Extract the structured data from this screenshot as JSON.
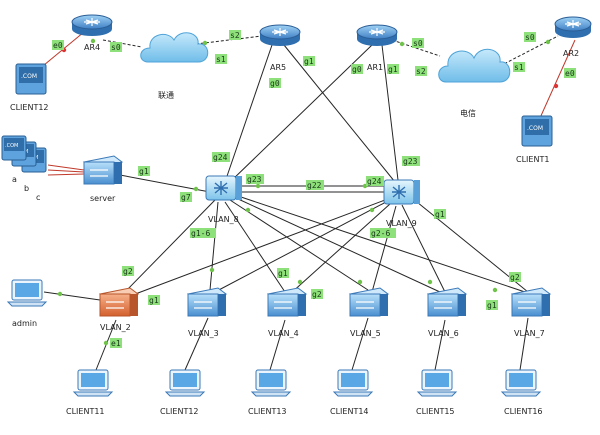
{
  "colors": {
    "link": "#262626",
    "serial_link": "#2a7a2a",
    "port_label_bg": "#8ee07a",
    "router": "#3f7fc4",
    "switch": "#3f7fc4",
    "core_switch": "#8fd0f0",
    "access_switch_selected": "#e07848",
    "cloud": "#7fc8ef",
    "pc_screen": "#2f6ea8",
    "laptop": "#5aa7e6"
  },
  "nodes": {
    "ar4": {
      "label": "AR4",
      "icon": "router-icon"
    },
    "ar5": {
      "label": "AR5",
      "icon": "router-icon"
    },
    "ar1": {
      "label": "AR1",
      "icon": "router-icon"
    },
    "ar2": {
      "label": "AR2",
      "icon": "router-icon"
    },
    "cloud_unicom": {
      "label": "联通",
      "icon": "cloud-icon"
    },
    "cloud_telecom": {
      "label": "电信",
      "icon": "cloud-icon"
    },
    "client12_pc": {
      "label": "CLIENT12",
      "icon": "pc-icon"
    },
    "client1_pc": {
      "label": "CLIENT1",
      "icon": "pc-icon"
    },
    "pc_a": {
      "label": "a",
      "icon": "pc-icon"
    },
    "pc_b": {
      "label": "b",
      "icon": "pc-icon"
    },
    "pc_c": {
      "label": "c",
      "icon": "pc-icon"
    },
    "server": {
      "label": "server",
      "icon": "switch-icon"
    },
    "vlan8": {
      "label": "VLAN_8",
      "icon": "core-switch-icon"
    },
    "vlan9": {
      "label": "VLAN_9",
      "icon": "core-switch-icon"
    },
    "vlan2": {
      "label": "VLAN_2",
      "icon": "switch-icon"
    },
    "vlan3": {
      "label": "VLAN_3",
      "icon": "switch-icon"
    },
    "vlan4": {
      "label": "VLAN_4",
      "icon": "switch-icon"
    },
    "vlan5": {
      "label": "VLAN_5",
      "icon": "switch-icon"
    },
    "vlan6": {
      "label": "VLAN_6",
      "icon": "switch-icon"
    },
    "vlan7": {
      "label": "VLAN_7",
      "icon": "switch-icon"
    },
    "admin": {
      "label": "admin",
      "icon": "laptop-icon"
    },
    "client11": {
      "label": "CLIENT11",
      "icon": "laptop-icon"
    },
    "client12_laptop": {
      "label": "CLIENT12",
      "icon": "laptop-icon"
    },
    "client13": {
      "label": "CLIENT13",
      "icon": "laptop-icon"
    },
    "client14": {
      "label": "CLIENT14",
      "icon": "laptop-icon"
    },
    "client15": {
      "label": "CLIENT15",
      "icon": "laptop-icon"
    },
    "client16": {
      "label": "CLIENT16",
      "icon": "laptop-icon"
    }
  },
  "pc_screen_text": ".COM",
  "ports": {
    "ar4_e0": "e0",
    "ar4_s0": "s0",
    "unicom_s2": "s2",
    "unicom_s1": "s1",
    "ar5_g1": "g1",
    "ar5_g0": "g0",
    "ar1_s0": "s0",
    "ar1_g0": "g0",
    "ar1_g1": "g1",
    "telecom_s2": "s2",
    "ar2_s0": "s0",
    "ar2_s1": "s1",
    "ar2_e0": "e0",
    "server_g1": "g1",
    "vlan8_g7": "g7",
    "vlan8_g24": "g24",
    "vlan8_g23": "g23",
    "vlan8_g22": "g22",
    "vlan8_g16": "g1-6",
    "vlan9_g24": "g24",
    "vlan9_g23": "g23",
    "vlan9_g26": "g2-6",
    "vlan9_g1": "g1",
    "vlan2_g2": "g2",
    "vlan2_g1": "g1",
    "vlan2_e1": "e1",
    "vlan4_g1": "g1",
    "vlan4_g2": "g2",
    "vlan7_g2": "g2",
    "vlan7_g1": "g1"
  }
}
